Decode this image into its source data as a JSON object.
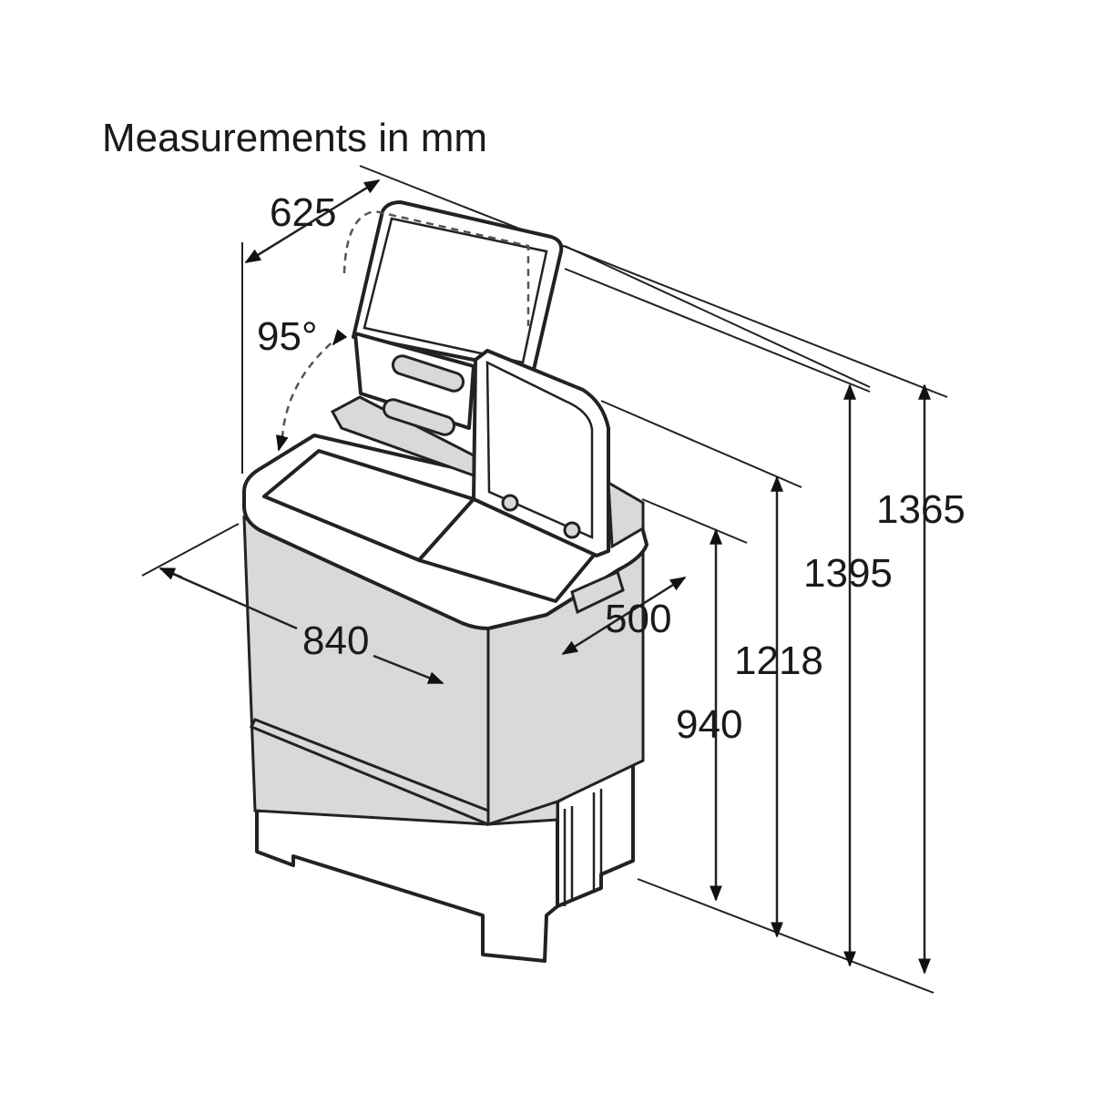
{
  "title": "Measurements in mm",
  "dimensions": {
    "depth": "625",
    "lid_angle": "95°",
    "width": "840",
    "side_depth": "500",
    "body_height": "940",
    "lid_height_small": "1218",
    "lid_height_large": "1395",
    "overall_height": "1365"
  }
}
